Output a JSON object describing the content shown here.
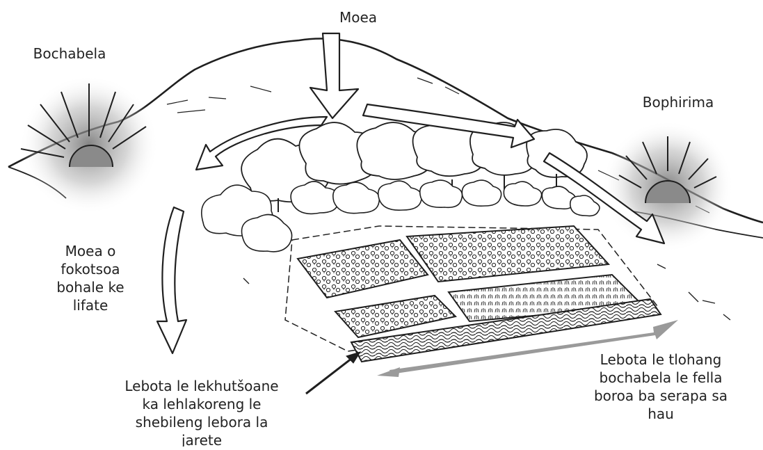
{
  "labels": {
    "wind": "Moea",
    "east": "Bochabela",
    "west": "Bophirima",
    "wind_slowed": [
      "Moea o",
      "fokotsoa",
      "bohale ke",
      "lifate"
    ],
    "bed_short_side": [
      "Lebota le lekhutšoane",
      "ka lehlakoreng le",
      "shebileng lebora la",
      "jarete"
    ],
    "bed_east_west": [
      "Lebota le tlohang",
      "bochabela le fella",
      "boroa ba serapa sa",
      "hau"
    ]
  },
  "colors": {
    "ink": "#1f1f1f",
    "arrow_fill": "#ffffff",
    "wall_arrow": "#9a9a9a",
    "sun_glow": "#7a7a7a"
  }
}
